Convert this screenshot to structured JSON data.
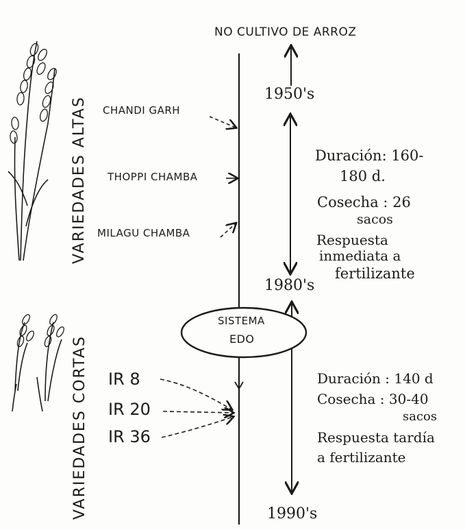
{
  "top_label": "NO CULTIVO DE ARROZ",
  "decades": {
    "d1950": "1950's",
    "d1980": "1980's",
    "d1990": "1990's"
  },
  "groups": {
    "tall": "VARIEDADES ALTAS",
    "short": "VARIEDADES CORTAS"
  },
  "tall_varieties": [
    "CHANDI GARH",
    "THOPPI CHAMBA",
    "MILAGU CHAMBA"
  ],
  "short_varieties": [
    "IR 8",
    "IR 20",
    "IR 36"
  ],
  "system_label": {
    "line1": "SISTEMA",
    "line2": "EDO"
  },
  "period1_notes": {
    "duration_1": "Duración: 160-",
    "duration_2": "180 d.",
    "harvest_1": "Cosecha : 26",
    "harvest_2": "sacos",
    "response_1": "Respuesta",
    "response_2": "inmediata a",
    "response_3": "fertilizante"
  },
  "period2_notes": {
    "duration": "Duración : 140 d",
    "harvest_1": "Cosecha : 30-40",
    "harvest_2": "sacos",
    "response_1": "Respuesta tardía",
    "response_2": "a fertilizante"
  },
  "icons": [
    "tall-rice-plant-icon",
    "short-rice-plant-icon"
  ],
  "ink_color": "#1b1b1b"
}
